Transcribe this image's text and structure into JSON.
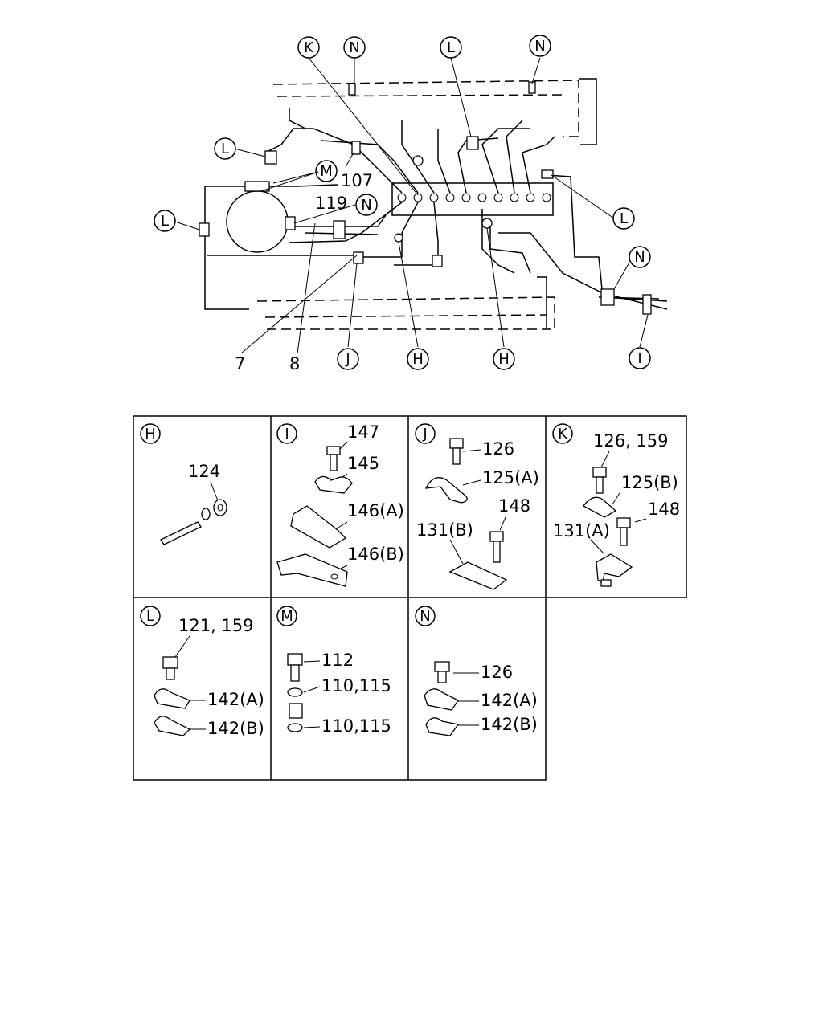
{
  "overview": {
    "callouts_top": [
      "K",
      "N",
      "L",
      "N"
    ],
    "callouts_left": [
      "L",
      "M",
      "N",
      "L"
    ],
    "callouts_right": [
      "L",
      "N"
    ],
    "callouts_bottom": [
      "J",
      "H",
      "H",
      "I"
    ],
    "numbers": {
      "n107": "107",
      "n119": "119",
      "n7": "7",
      "n8": "8"
    }
  },
  "details": {
    "H": {
      "key": "H",
      "parts": [
        "124"
      ]
    },
    "I": {
      "key": "I",
      "parts": [
        "147",
        "145",
        "146(A)",
        "146(B)"
      ]
    },
    "J": {
      "key": "J",
      "parts": [
        "126",
        "125(A)",
        "148",
        "131(B)"
      ]
    },
    "K": {
      "key": "K",
      "parts": [
        "126, 159",
        "125(B)",
        "148",
        "131(A)"
      ]
    },
    "L": {
      "key": "L",
      "parts": [
        "121, 159",
        "142(A)",
        "142(B)"
      ]
    },
    "M": {
      "key": "M",
      "parts": [
        "112",
        "110,115",
        "110,115"
      ]
    },
    "N": {
      "key": "N",
      "parts": [
        "126",
        "142(A)",
        "142(B)"
      ]
    }
  }
}
